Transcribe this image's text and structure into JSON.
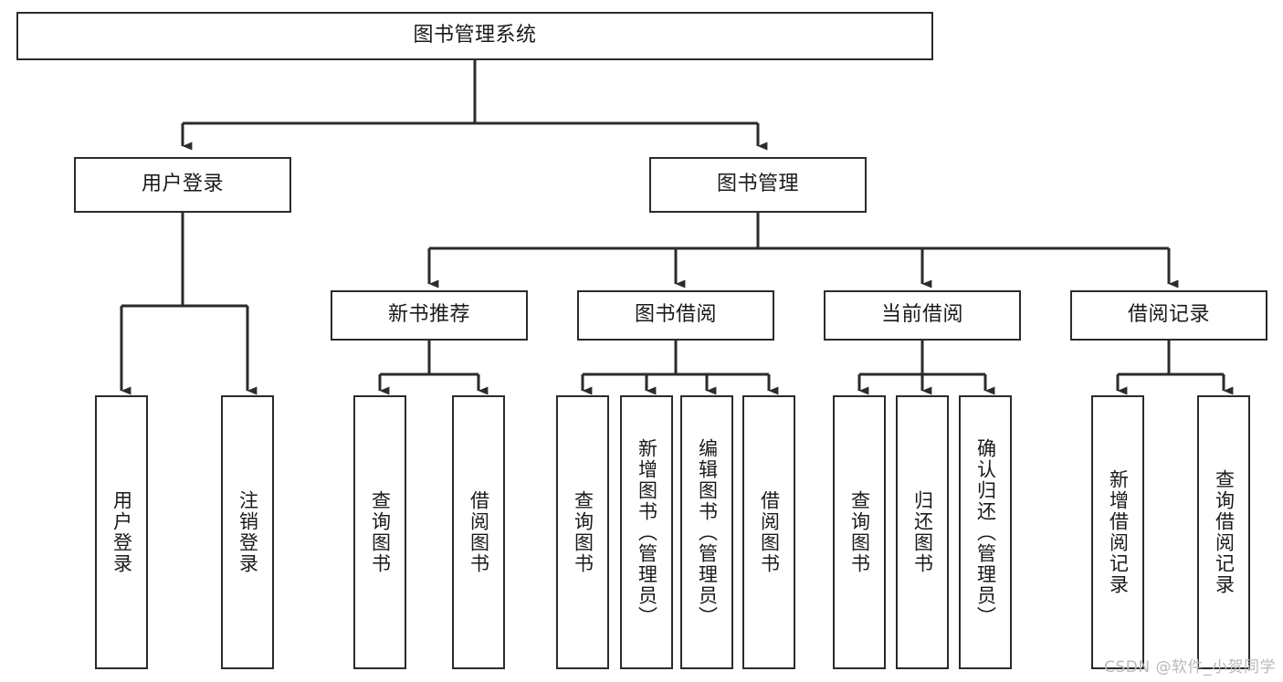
{
  "diagram": {
    "title": "图书管理系统",
    "type": "hierarchy-tree",
    "line_color": "#2b2b2b",
    "box_fill": "#ffffff",
    "text_color": "#1a1a1a",
    "root": {
      "label": "图书管理系统"
    },
    "level1": [
      {
        "label": "用户登录"
      },
      {
        "label": "图书管理"
      }
    ],
    "level2": [
      {
        "label": "新书推荐"
      },
      {
        "label": "图书借阅"
      },
      {
        "label": "当前借阅"
      },
      {
        "label": "借阅记录"
      }
    ],
    "leaves": {
      "user_login": [
        {
          "label": "用户登录"
        },
        {
          "label": "注销登录"
        }
      ],
      "new_book": [
        {
          "label": "查询图书"
        },
        {
          "label": "借阅图书"
        }
      ],
      "book_borrow": [
        {
          "label": "查询图书"
        },
        {
          "label": "新增图书（管理员）"
        },
        {
          "label": "编辑图书（管理员）"
        },
        {
          "label": "借阅图书"
        }
      ],
      "current_borrow": [
        {
          "label": "查询图书"
        },
        {
          "label": "归还图书"
        },
        {
          "label": "确认归还（管理员）"
        }
      ],
      "borrow_record": [
        {
          "label": "新增借阅记录"
        },
        {
          "label": "查询借阅记录"
        }
      ]
    }
  },
  "watermark": {
    "text": "CSDN @软件_小贺同学"
  }
}
